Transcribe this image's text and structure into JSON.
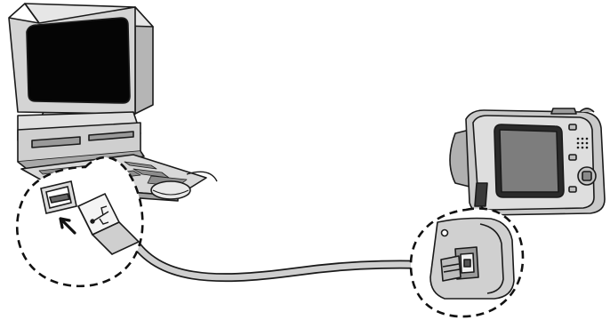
{
  "figure": {
    "kind": "illustration",
    "depicts": [
      "desktop-computer",
      "keyboard",
      "mouse",
      "usb-cable",
      "digital-camera"
    ],
    "callouts": [
      "computer-usb-port",
      "camera-usb-port"
    ],
    "plug_symbol": "usb-trident-icon",
    "direction_arrow": "arrow-up-left-icon",
    "colors": {
      "line": "#1a1a1a",
      "monitor_body": "#d4d4d4",
      "screen": "#050505",
      "camera_body": "#c9c9c9",
      "camera_screen": "#7d7d7d",
      "cable": "#cfcfcf",
      "callout_outline": "#111111"
    }
  }
}
